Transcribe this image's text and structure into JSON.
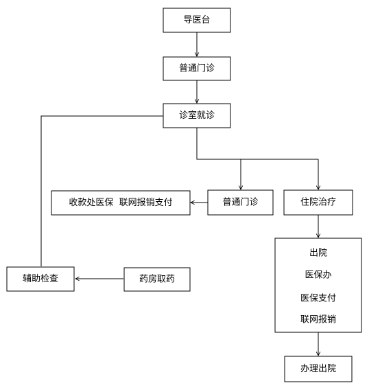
{
  "nodes": {
    "guide_desk": "导医台",
    "general_clinic_1": "普通门诊",
    "consultation_room": "诊室就诊",
    "general_clinic_2": "普通门诊",
    "cashier": "收款处医保  联网报销支付",
    "hospitalization": "住院治疗",
    "discharge_lines": [
      "出院",
      "医保办",
      "医保支付",
      "联网报销"
    ],
    "auxiliary_exam": "辅助检查",
    "pharmacy": "药房取药",
    "discharge_procedure": "办理出院"
  }
}
